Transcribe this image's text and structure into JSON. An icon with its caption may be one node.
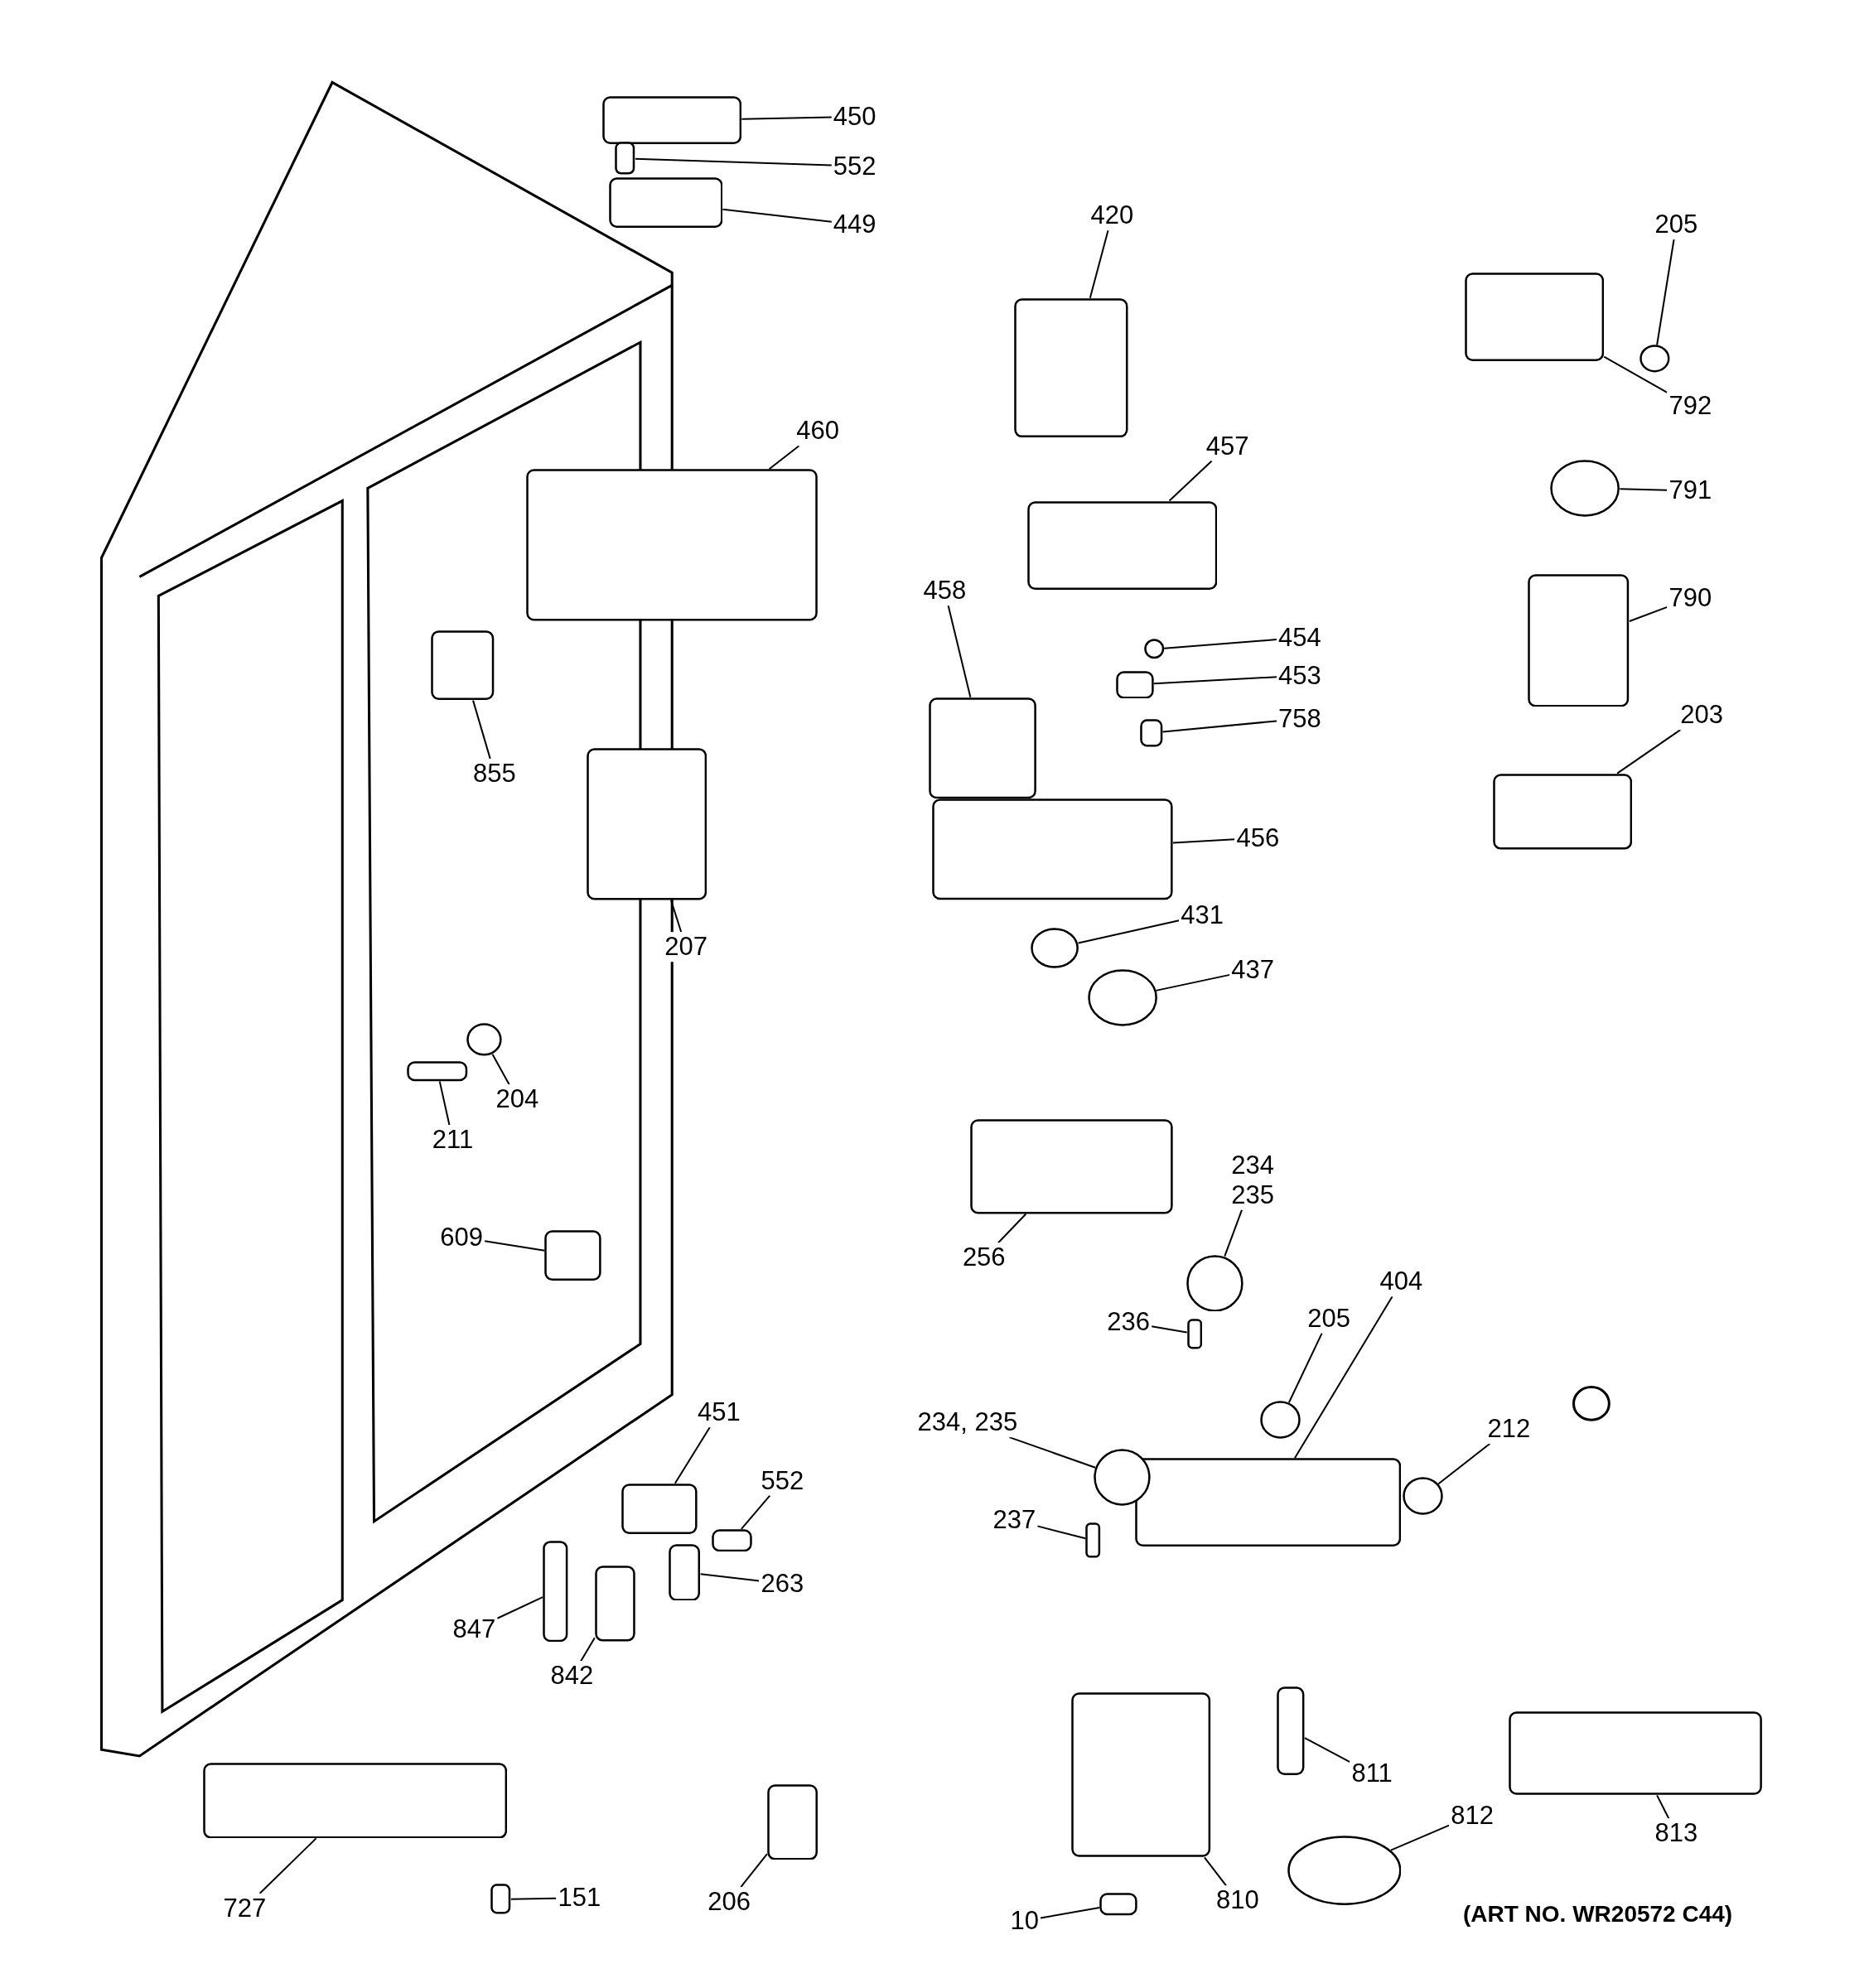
{
  "diagram": {
    "nodes": [
      {
        "text": [
          "450"
        ]
      },
      {
        "text": [],
        "shape": "box"
      },
      {
        "text": [
          "552"
        ]
      },
      {
        "text": [],
        "shape": "box"
      },
      {
        "text": [
          "449"
        ]
      },
      {
        "text": [],
        "shape": "box"
      },
      {
        "text": [
          "420"
        ]
      },
      {
        "text": [],
        "shape": "box"
      },
      {
        "text": [
          "205"
        ]
      },
      {
        "text": [],
        "shape": "circle"
      },
      {
        "text": [
          "792"
        ]
      },
      {
        "text": [],
        "shape": "box"
      },
      {
        "text": [
          "460"
        ]
      },
      {
        "text": [],
        "shape": "box"
      },
      {
        "text": [
          "457"
        ]
      },
      {
        "text": [],
        "shape": "box"
      },
      {
        "text": [
          "791"
        ]
      },
      {
        "text": [],
        "shape": "circle"
      },
      {
        "text": [
          "458"
        ]
      },
      {
        "text": [],
        "shape": "box"
      },
      {
        "text": [
          "790"
        ]
      },
      {
        "text": [],
        "shape": "box"
      },
      {
        "text": [
          "454"
        ]
      },
      {
        "text": [],
        "shape": "circle"
      },
      {
        "text": [
          "453"
        ]
      },
      {
        "text": [],
        "shape": "box"
      },
      {
        "text": [
          "758"
        ]
      },
      {
        "text": [],
        "shape": "box"
      },
      {
        "text": [
          "203"
        ]
      },
      {
        "text": [],
        "shape": "box"
      },
      {
        "text": [
          "855"
        ]
      },
      {
        "text": [],
        "shape": "box"
      },
      {
        "text": [
          "456"
        ]
      },
      {
        "text": [],
        "shape": "box"
      },
      {
        "text": [
          "431"
        ]
      },
      {
        "text": [],
        "shape": "circle"
      },
      {
        "text": [
          "207"
        ]
      },
      {
        "text": [],
        "shape": "box"
      },
      {
        "text": [
          "437"
        ]
      },
      {
        "text": [],
        "shape": "circle"
      },
      {
        "text": [
          "204"
        ]
      },
      {
        "text": [],
        "shape": "circle"
      },
      {
        "text": [
          "211"
        ]
      },
      {
        "text": [],
        "shape": "box"
      },
      {
        "text": [
          "256"
        ]
      },
      {
        "text": [],
        "shape": "box"
      },
      {
        "text": [
          "234 235"
        ]
      },
      {
        "text": [],
        "shape": "circle"
      },
      {
        "text": [
          "236"
        ]
      },
      {
        "text": [],
        "shape": "box"
      },
      {
        "text": [
          "609"
        ]
      },
      {
        "text": [],
        "shape": "box"
      },
      {
        "text": [
          "205"
        ]
      },
      {
        "text": [],
        "shape": "circle"
      },
      {
        "text": [
          "404"
        ]
      },
      {
        "text": [],
        "shape": "box"
      },
      {
        "text": [
          "451"
        ]
      },
      {
        "text": [],
        "shape": "box"
      },
      {
        "text": [
          "234, 235"
        ]
      },
      {
        "text": [],
        "shape": "circle"
      },
      {
        "text": [
          "552"
        ]
      },
      {
        "text": [],
        "shape": "box"
      },
      {
        "text": [
          "212"
        ]
      },
      {
        "text": [],
        "shape": "circle"
      },
      {
        "text": [
          "237"
        ]
      },
      {
        "text": [],
        "shape": "box"
      },
      {
        "text": [
          "263"
        ]
      },
      {
        "text": [],
        "shape": "box"
      },
      {
        "text": [
          "847"
        ]
      },
      {
        "text": [],
        "shape": "box"
      },
      {
        "text": [
          "842"
        ]
      },
      {
        "text": [],
        "shape": "box"
      },
      {
        "text": [
          "811"
        ]
      },
      {
        "text": [],
        "shape": "box"
      },
      {
        "text": [
          "812"
        ]
      },
      {
        "text": [],
        "shape": "circle"
      },
      {
        "text": [
          "813"
        ]
      },
      {
        "text": [],
        "shape": "box"
      },
      {
        "text": [
          "727"
        ]
      },
      {
        "text": [],
        "shape": "box"
      },
      {
        "text": [
          "151"
        ]
      },
      {
        "text": [],
        "shape": "box"
      },
      {
        "text": [
          "206"
        ]
      },
      {
        "text": [],
        "shape": "box"
      },
      {
        "text": [
          "810"
        ]
      },
      {
        "text": [],
        "shape": "box"
      },
      {
        "text": [
          "10"
        ]
      },
      {
        "text": [],
        "shape": "box"
      }
    ],
    "edges": [
      {
        "from": 0,
        "to": 1,
        "arrow": "none"
      },
      {
        "from": 2,
        "to": 3,
        "arrow": "none"
      },
      {
        "from": 4,
        "to": 5,
        "arrow": "none"
      },
      {
        "from": 6,
        "to": 7,
        "arrow": "none"
      },
      {
        "from": 8,
        "to": 9,
        "arrow": "none"
      },
      {
        "from": 10,
        "to": 11,
        "arrow": "none"
      },
      {
        "from": 12,
        "to": 13,
        "arrow": "none"
      },
      {
        "from": 14,
        "to": 15,
        "arrow": "none"
      },
      {
        "from": 16,
        "to": 17,
        "arrow": "none"
      },
      {
        "from": 18,
        "to": 19,
        "arrow": "none"
      },
      {
        "from": 20,
        "to": 21,
        "arrow": "none"
      },
      {
        "from": 22,
        "to": 23,
        "arrow": "none"
      },
      {
        "from": 24,
        "to": 25,
        "arrow": "none"
      },
      {
        "from": 26,
        "to": 27,
        "arrow": "none"
      },
      {
        "from": 28,
        "to": 29,
        "arrow": "none"
      },
      {
        "from": 30,
        "to": 31,
        "arrow": "none"
      },
      {
        "from": 32,
        "to": 33,
        "arrow": "none"
      },
      {
        "from": 34,
        "to": 35,
        "arrow": "none"
      },
      {
        "from": 36,
        "to": 37,
        "arrow": "none"
      },
      {
        "from": 38,
        "to": 39,
        "arrow": "none"
      },
      {
        "from": 40,
        "to": 41,
        "arrow": "none"
      },
      {
        "from": 42,
        "to": 43,
        "arrow": "none"
      },
      {
        "from": 44,
        "to": 45,
        "arrow": "none"
      },
      {
        "from": 46,
        "to": 47,
        "arrow": "none"
      },
      {
        "from": 48,
        "to": 49,
        "arrow": "none"
      },
      {
        "from": 50,
        "to": 51,
        "arrow": "none"
      },
      {
        "from": 52,
        "to": 53,
        "arrow": "none"
      },
      {
        "from": 54,
        "to": 55,
        "arrow": "none"
      },
      {
        "from": 56,
        "to": 57,
        "arrow": "none"
      },
      {
        "from": 58,
        "to": 59,
        "arrow": "none"
      },
      {
        "from": 60,
        "to": 61,
        "arrow": "none"
      },
      {
        "from": 62,
        "to": 63,
        "arrow": "none"
      },
      {
        "from": 64,
        "to": 65,
        "arrow": "none"
      },
      {
        "from": 66,
        "to": 67,
        "arrow": "none"
      },
      {
        "from": 68,
        "to": 69,
        "arrow": "none"
      },
      {
        "from": 70,
        "to": 71,
        "arrow": "none"
      },
      {
        "from": 72,
        "to": 73,
        "arrow": "none"
      },
      {
        "from": 74,
        "to": 75,
        "arrow": "none"
      },
      {
        "from": 76,
        "to": 77,
        "arrow": "none"
      },
      {
        "from": 78,
        "to": 79,
        "arrow": "none"
      },
      {
        "from": 80,
        "to": 81,
        "arrow": "none"
      },
      {
        "from": 82,
        "to": 83,
        "arrow": "none"
      },
      {
        "from": 84,
        "to": 85,
        "arrow": "none"
      },
      {
        "from": 86,
        "to": 87,
        "arrow": "none"
      }
    ],
    "labels": [
      "(ART NO. WR20572 C44)"
    ]
  }
}
